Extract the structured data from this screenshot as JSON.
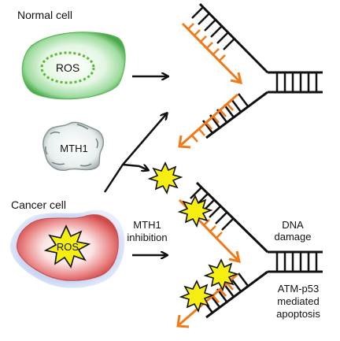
{
  "labels": {
    "normal_cell": "Normal cell",
    "ros_normal": "ROS",
    "mth1": "MTH1",
    "cancer_cell": "Cancer cell",
    "ros_cancer": "ROS",
    "inhibition_line1": "MTH1",
    "inhibition_line2": "inhibition",
    "dna_damage_line1": "DNA",
    "dna_damage_line2": "damage",
    "apoptosis_line1": "ATM-p53",
    "apoptosis_line2": "mediated",
    "apoptosis_line3": "apoptosis"
  },
  "colors": {
    "strand": "#111111",
    "new_strand": "#f07a1a",
    "normal_cell_fill": "#8fd48f",
    "normal_cell_edge": "#4aa84a",
    "cancer_cell_fill": "#e46a6a",
    "cancer_cell_halo": "#b8c8f0",
    "starburst_fill": "#f5ee10",
    "starburst_edge": "#111111"
  }
}
